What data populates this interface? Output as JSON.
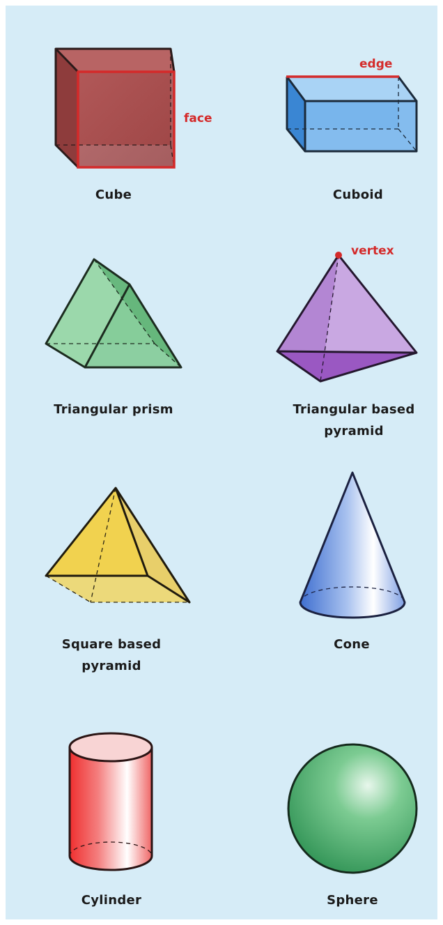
{
  "shapes": {
    "cube": {
      "label": "Cube",
      "annotation": "face"
    },
    "cuboid": {
      "label": "Cuboid",
      "annotation": "edge"
    },
    "triangular_prism": {
      "label": "Triangular prism"
    },
    "triangular_pyramid": {
      "label_line1": "Triangular based",
      "label_line2": "pyramid",
      "annotation": "vertex"
    },
    "square_pyramid": {
      "label_line1": "Square based",
      "label_line2": "pyramid"
    },
    "cone": {
      "label": "Cone"
    },
    "cylinder": {
      "label": "Cylinder"
    },
    "sphere": {
      "label": "Sphere"
    }
  },
  "colors": {
    "background": "#d6ecf7",
    "highlight": "#d42a2a",
    "cube": "#b05050",
    "cuboid": "#4f9be0",
    "prism": "#7cc68e",
    "triangular_pyramid": "#b98ad6",
    "square_pyramid": "#efd45a",
    "cone": "#5c86d8",
    "cylinder": "#ef4a4a",
    "sphere": "#3fa564"
  }
}
